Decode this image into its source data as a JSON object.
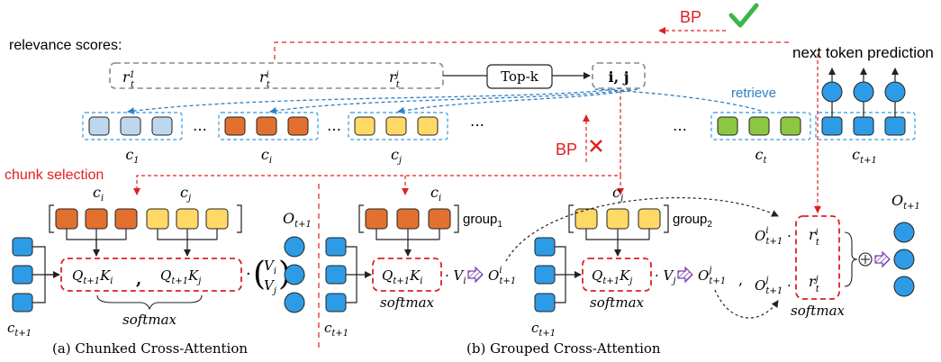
{
  "labels": {
    "relevance_scores": "relevance scores:",
    "bp_top": "BP",
    "bp_mid": "BP",
    "next_token": "next token prediction",
    "topk": "Top-k",
    "ij": "i, j",
    "retrieve": "retrieve",
    "chunk_selection": "chunk selection",
    "group1": "group",
    "group2": "group",
    "caption_a": "(a) Chunked Cross-Attention",
    "caption_b": "(b) Grouped Cross-Attention",
    "softmax": "softmax",
    "dots": "…",
    "comma": ","
  },
  "colors": {
    "blue_light": "#bdd7ee",
    "orange": "#e2702e",
    "yellow": "#ffd966",
    "green": "#8dc642",
    "blue": "#2e9be6",
    "red": "#e02020",
    "dash_blue": "#2e7fc4",
    "check_green": "#3cb54a",
    "arrow_purple": "#7a3fb5"
  },
  "icons": [
    "check-icon",
    "cross-icon",
    "plus-circle-icon",
    "hatched-arrow-icon"
  ]
}
